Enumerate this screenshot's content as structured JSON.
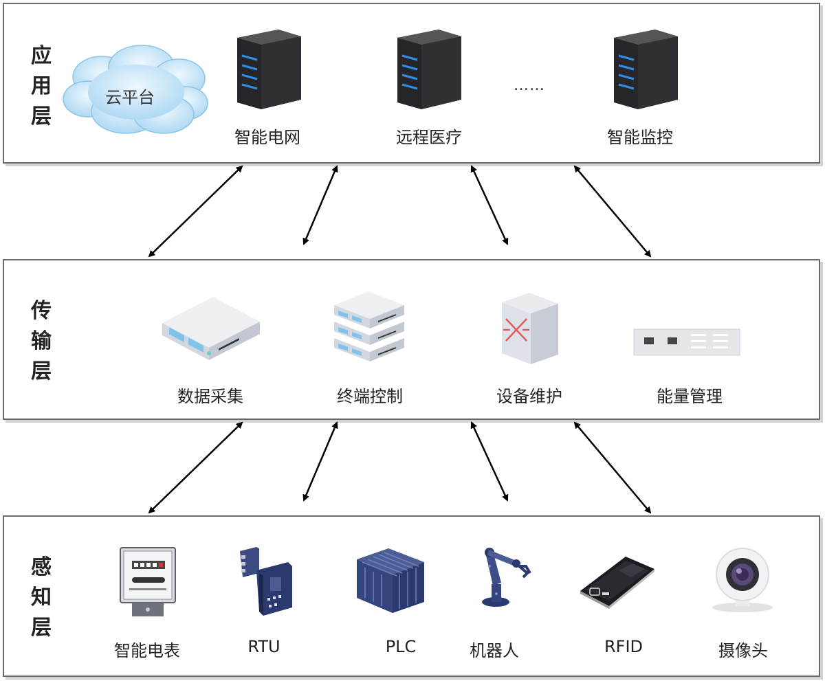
{
  "layers": {
    "application": {
      "title": [
        "应",
        "用",
        "层"
      ],
      "cloud_label": "云平台",
      "ellipsis": "……",
      "items": [
        {
          "label": "智能电网",
          "icon": "server-tower-icon"
        },
        {
          "label": "远程医疗",
          "icon": "server-tower-icon"
        },
        {
          "label": "智能监控",
          "icon": "server-tower-icon"
        }
      ]
    },
    "transport": {
      "title": [
        "传",
        "输",
        "层"
      ],
      "items": [
        {
          "label": "数据采集",
          "icon": "rack-device-icon"
        },
        {
          "label": "终端控制",
          "icon": "stacked-servers-icon"
        },
        {
          "label": "设备维护",
          "icon": "switch-icon"
        },
        {
          "label": "能量管理",
          "icon": "patch-panel-icon"
        }
      ]
    },
    "perception": {
      "title": [
        "感",
        "知",
        "层"
      ],
      "items": [
        {
          "label": "智能电表",
          "icon": "electric-meter-icon"
        },
        {
          "label": "RTU",
          "icon": "rtu-board-icon"
        },
        {
          "label": "PLC",
          "icon": "plc-icon"
        },
        {
          "label": "机器人",
          "icon": "robot-arm-icon"
        },
        {
          "label": "RFID",
          "icon": "rfid-reader-icon"
        },
        {
          "label": "摄像头",
          "icon": "webcam-icon"
        }
      ]
    }
  },
  "colors": {
    "border": "#6b6b6b",
    "shadow": "#d2d2d2",
    "arrow": "#000000",
    "server_dark": "#2e2e30",
    "server_blue": "#2f8fe8",
    "cloud": "#c9e6f8",
    "device_navy": "#2b3a6e"
  }
}
